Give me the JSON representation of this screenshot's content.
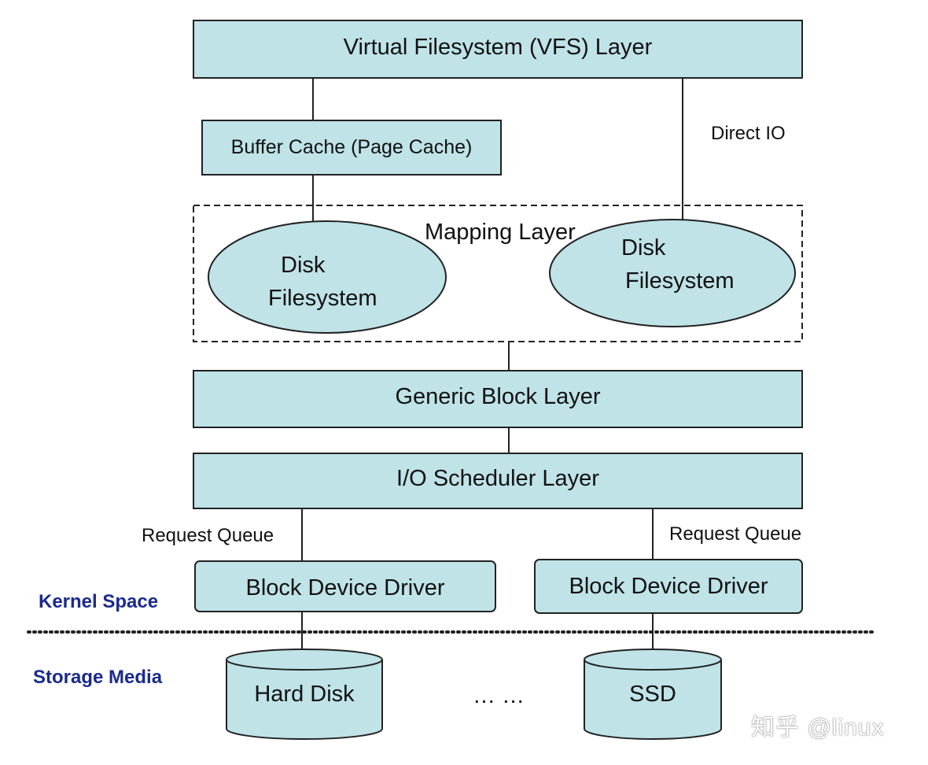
{
  "colors": {
    "box_fill": "#bfe3e7",
    "stroke": "#222222",
    "zone_label": "#1a2a8c"
  },
  "layers": {
    "vfs": "Virtual Filesystem (VFS) Layer",
    "buffer_cache": "Buffer Cache (Page Cache)",
    "direct_io": "Direct IO",
    "mapping_layer": "Mapping Layer",
    "disk_fs_left": [
      "Disk",
      "Filesystem"
    ],
    "disk_fs_right": [
      "Disk",
      "Filesystem"
    ],
    "generic_block": "Generic Block Layer",
    "io_scheduler": "I/O Scheduler Layer",
    "request_queue_left": "Request Queue",
    "request_queue_right": "Request Queue",
    "driver_left": "Block Device Driver",
    "driver_right": "Block Device Driver"
  },
  "zones": {
    "kernel_space": "Kernel Space",
    "storage_media": "Storage Media"
  },
  "media": {
    "hard_disk": "Hard Disk",
    "ellipsis": "… …",
    "ssd": "SSD"
  },
  "watermark": "知乎 @linux"
}
